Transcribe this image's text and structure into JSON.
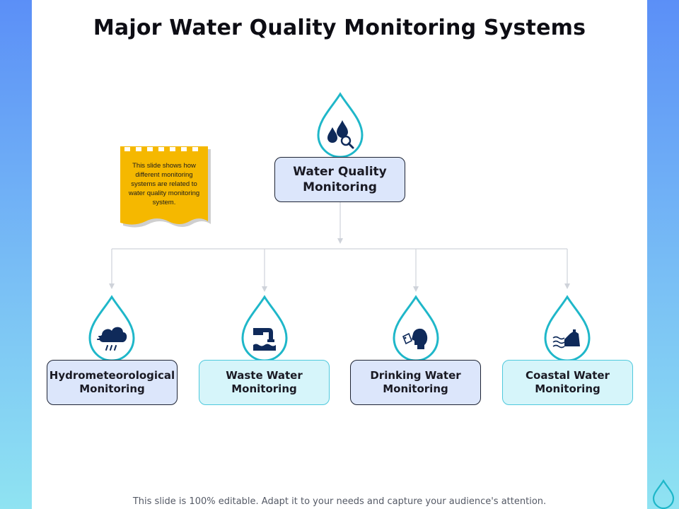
{
  "title": "Major Water Quality Monitoring Systems",
  "note": "This slide shows how different monitoring systems are related to water quality monitoring system.",
  "root": {
    "label": "Water Quality\nMonitoring",
    "icon": "water-drops-magnifier-icon"
  },
  "children": [
    {
      "label": "Hydrometeorological\nMonitoring",
      "icon": "storm-cloud-rain-icon",
      "style": "blue"
    },
    {
      "label": "Waste Water\nMonitoring",
      "icon": "waste-pipe-icon",
      "style": "cyan"
    },
    {
      "label": "Drinking Water\nMonitoring",
      "icon": "person-drinking-icon",
      "style": "blue"
    },
    {
      "label": "Coastal Water\nMonitoring",
      "icon": "coastal-cliff-icon",
      "style": "cyan"
    }
  ],
  "footer": "This slide is 100% editable. Adapt it to your needs and capture your audience's attention.",
  "colors": {
    "drop_stroke": "#1fb7c9",
    "icon": "#0f2a5a",
    "note": "#f5b800",
    "connector": "#cfd3da"
  }
}
